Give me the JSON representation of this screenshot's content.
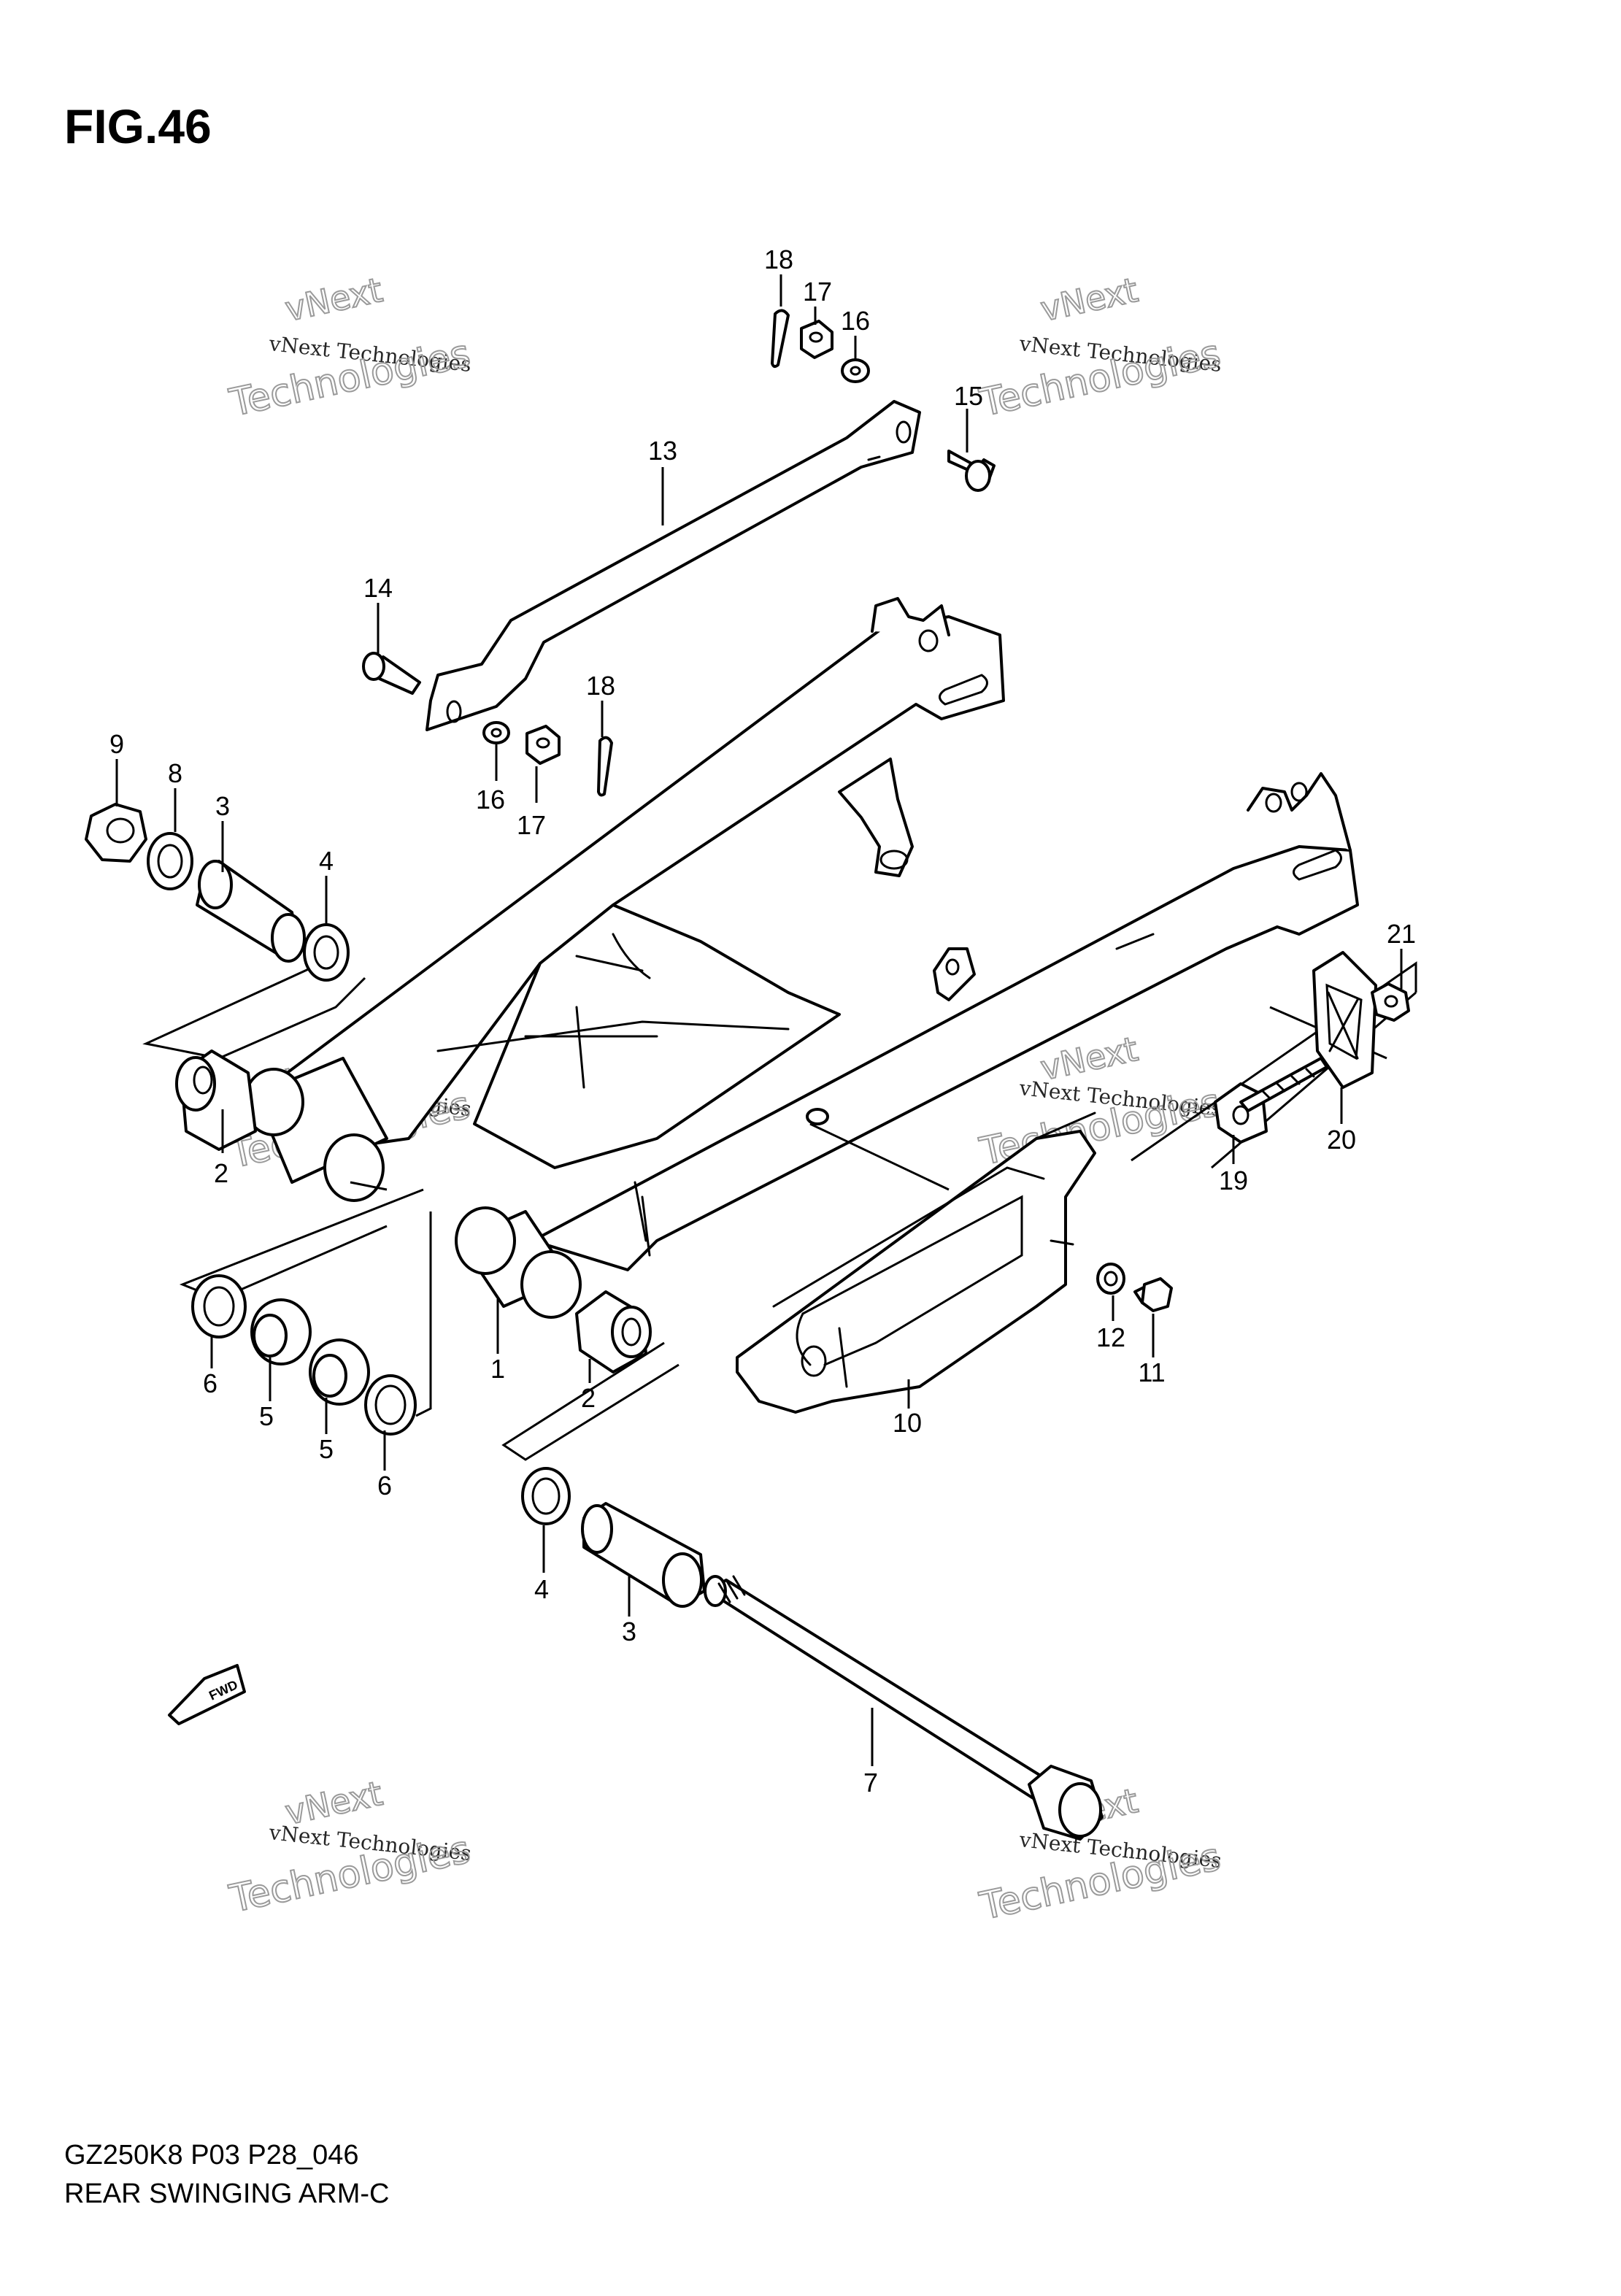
{
  "figure": {
    "title": "FIG.46"
  },
  "callouts": [
    {
      "id": "c18a",
      "label": "18"
    },
    {
      "id": "c17a",
      "label": "17"
    },
    {
      "id": "c16a",
      "label": "16"
    },
    {
      "id": "c15",
      "label": "15"
    },
    {
      "id": "c13",
      "label": "13"
    },
    {
      "id": "c14",
      "label": "14"
    },
    {
      "id": "c18b",
      "label": "18"
    },
    {
      "id": "c16b",
      "label": "16"
    },
    {
      "id": "c17b",
      "label": "17"
    },
    {
      "id": "c9",
      "label": "9"
    },
    {
      "id": "c8",
      "label": "8"
    },
    {
      "id": "c3a",
      "label": "3"
    },
    {
      "id": "c4a",
      "label": "4"
    },
    {
      "id": "c21",
      "label": "21"
    },
    {
      "id": "c2a",
      "label": "2"
    },
    {
      "id": "c20",
      "label": "20"
    },
    {
      "id": "c19",
      "label": "19"
    },
    {
      "id": "c12",
      "label": "12"
    },
    {
      "id": "c11",
      "label": "11"
    },
    {
      "id": "c6a",
      "label": "6"
    },
    {
      "id": "c5a",
      "label": "5"
    },
    {
      "id": "c5b",
      "label": "5"
    },
    {
      "id": "c6b",
      "label": "6"
    },
    {
      "id": "c1",
      "label": "1"
    },
    {
      "id": "c2b",
      "label": "2"
    },
    {
      "id": "c10",
      "label": "10"
    },
    {
      "id": "c4b",
      "label": "4"
    },
    {
      "id": "c3b",
      "label": "3"
    },
    {
      "id": "c7",
      "label": "7"
    }
  ],
  "direction_marker": {
    "label": "FWD"
  },
  "watermark": {
    "line1": "vNext",
    "line2": "vNext Technologies",
    "line3": "Technologies"
  },
  "footer": {
    "model_code": "GZ250K8 P03 P28_046",
    "caption": "REAR SWINGING ARM-C"
  }
}
